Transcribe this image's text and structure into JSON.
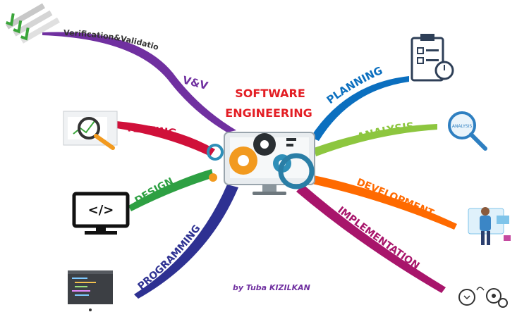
{
  "title_line1": "SOFTWARE",
  "title_line2": "ENGINEERING",
  "author": "by Tuba KIZILKAN",
  "branches": {
    "vv": "V&V",
    "verification": "Verification&Validation",
    "testing": "TESTING",
    "design": "DESIGN",
    "programming": "PROGRAMMING",
    "planning": "PLANNING",
    "analysis": "ANALYSIS",
    "development": "DEVELOPMENT",
    "implementation": "IMPLEMENTATION"
  },
  "icons": {
    "verification": "checklist-icon",
    "testing": "magnifier-chart-icon",
    "design": "code-monitor-icon",
    "programming": "code-editor-icon",
    "planning": "clipboard-stopwatch-icon",
    "analysis": "analysis-magnifier-icon",
    "development": "developer-person-icon",
    "implementation": "idea-gears-icon",
    "center": "computer-gears-icon"
  },
  "magnifier_text": "ANALYSIS",
  "code_symbol": "</>",
  "colors": {
    "vv": "#7030a0",
    "testing": "#d0103a",
    "design": "#2ea043",
    "programming": "#2e3192",
    "planning": "#0b6fbf",
    "analysis": "#8dc63f",
    "development": "#ff6a00",
    "implementation": "#a8156b",
    "title": "#e31e24"
  }
}
